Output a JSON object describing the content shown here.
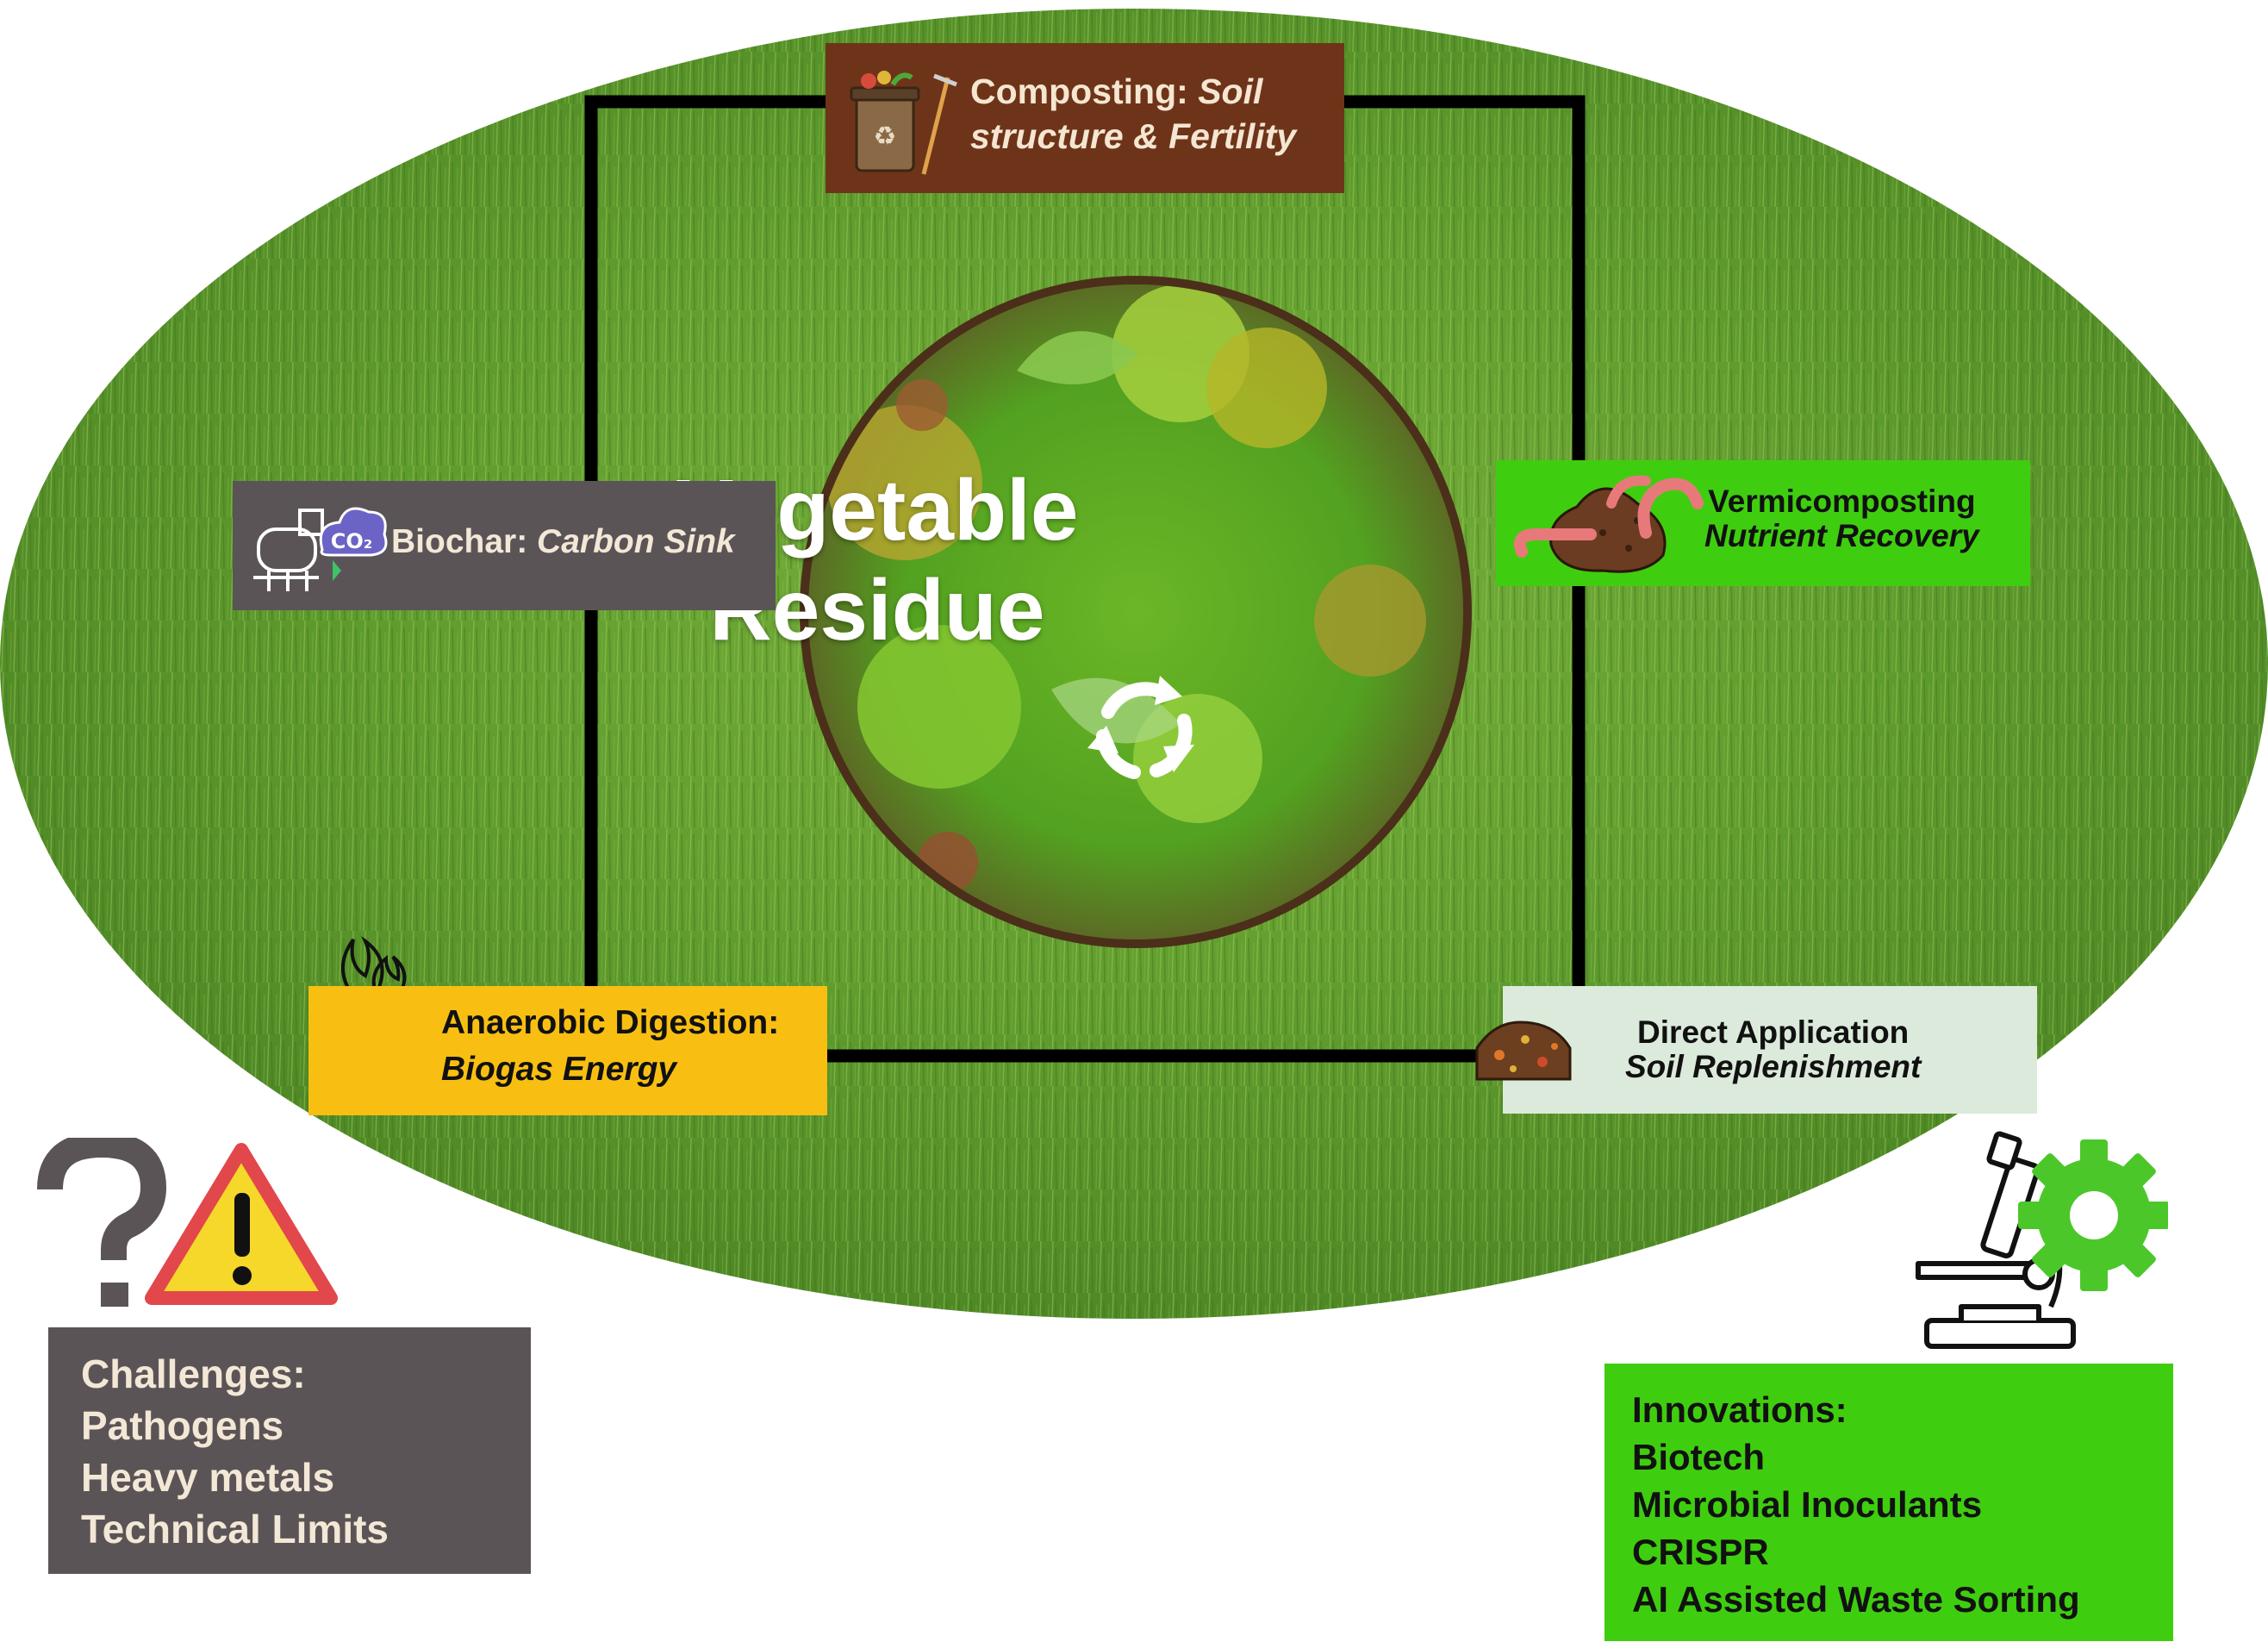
{
  "center": {
    "title_line1": "Vegetable",
    "title_line2": "Residue",
    "icon": "recycle-icon"
  },
  "nodes": {
    "composting": {
      "prefix": "Composting: ",
      "italic_line1": "Soil",
      "italic_line2": "structure & Fertility",
      "icon": "compost-bin-rake-icon"
    },
    "biochar": {
      "prefix": "Biochar: ",
      "italic": "Carbon Sink",
      "icon": "biochar-kiln-co2-icon",
      "co2_label": "CO₂"
    },
    "vermicomposting": {
      "title": "Vermicomposting",
      "subtitle": "Nutrient Recovery",
      "icon": "earthworm-soil-icon"
    },
    "anaerobic": {
      "title": "Anaerobic Digestion:",
      "subtitle": "Biogas Energy",
      "icon": "biogas-flame-tank-icon"
    },
    "direct": {
      "title": "Direct Application",
      "subtitle": "Soil Replenishment",
      "icon": "soil-pile-icon"
    }
  },
  "challenges": {
    "title": "Challenges:",
    "items": [
      "Pathogens",
      "Heavy metals",
      "Technical Limits"
    ],
    "icons": [
      "question-mark-icon",
      "warning-triangle-icon"
    ]
  },
  "innovations": {
    "title": "Innovations:",
    "items": [
      "Biotech",
      "Microbial Inoculants",
      "CRISPR",
      "AI Assisted Waste Sorting"
    ],
    "icons": [
      "microscope-icon",
      "gear-icon"
    ]
  },
  "colors": {
    "field_green": "#5e9a2c",
    "composting_bg": "#6e3419",
    "biochar_bg": "#5b5457",
    "vermi_bg": "#3fcd10",
    "anaerobic_bg": "#f8bf12",
    "direct_bg": "#dbeadb",
    "warning_red": "#e2474b",
    "warning_yellow": "#f6d82a",
    "gear_green": "#4cc72a"
  }
}
